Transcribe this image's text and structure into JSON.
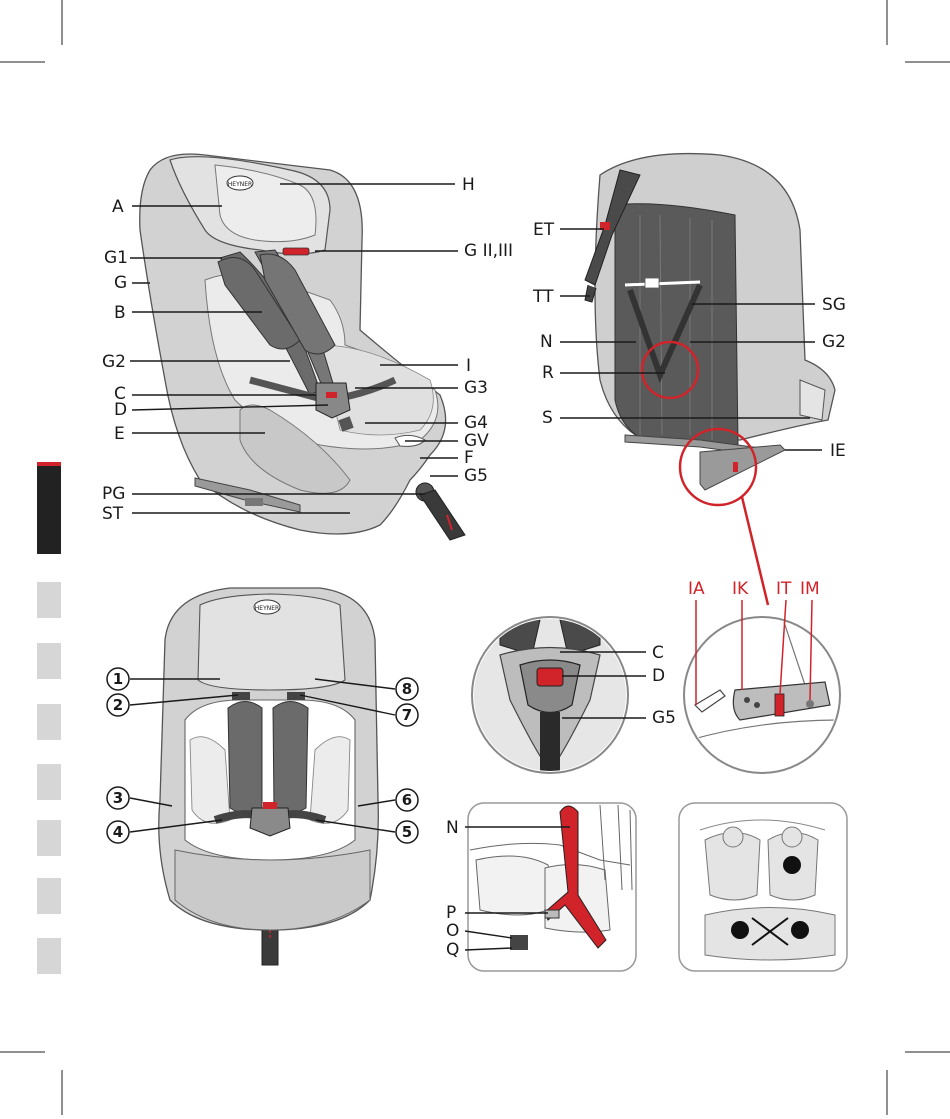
{
  "labels_main": {
    "A": "A",
    "H": "H",
    "G1": "G1",
    "G": "G",
    "GII": "G II,III",
    "B": "B",
    "G2": "G2",
    "I": "I",
    "G3": "G3",
    "C": "C",
    "D": "D",
    "G4": "G4",
    "E": "E",
    "GV": "GV",
    "F": "F",
    "G5": "G5",
    "PG": "PG",
    "ST": "ST"
  },
  "labels_back": {
    "ET": "ET",
    "TT": "TT",
    "SG": "SG",
    "N": "N",
    "G2": "G2",
    "R": "R",
    "S": "S",
    "IE": "IE"
  },
  "labels_isofix": {
    "IA": "IA",
    "IK": "IK",
    "IT": "IT",
    "IM": "IM"
  },
  "labels_buckle": {
    "C": "C",
    "D": "D",
    "G5": "G5"
  },
  "labels_belt": {
    "N": "N",
    "P": "P",
    "O": "O",
    "Q": "Q"
  },
  "numbers": [
    "1",
    "2",
    "3",
    "4",
    "5",
    "6",
    "7",
    "8"
  ],
  "logo_text": "HEYNER",
  "colors": {
    "accent_red": "#d0232a",
    "seat_grey": "#cfcfcf",
    "harness": "#6b6b6b",
    "dark_tab": "#222222"
  },
  "side_tabs": {
    "active_index": 0,
    "count": 7
  }
}
